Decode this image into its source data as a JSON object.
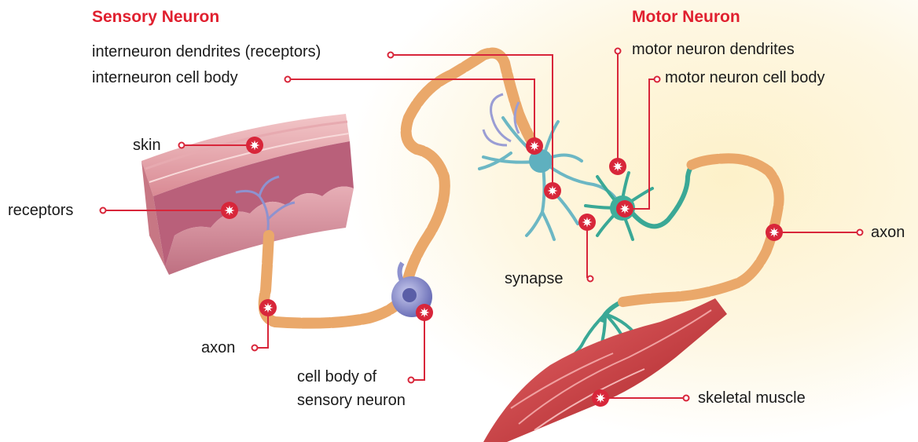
{
  "colors": {
    "heading": "#e0202f",
    "leader_line": "#d8263a",
    "marker_fill": "#d8263a",
    "background_glow": "#fdf1c9",
    "myelin": "#eaa86a",
    "sensory_neuron": "#8e92cf",
    "interneuron": "#6cb7c4",
    "motor_neuron": "#3aa896",
    "skin": "#c86a7a",
    "muscle": "#c8363a"
  },
  "headings": {
    "sensory": "Sensory Neuron",
    "motor": "Motor Neuron"
  },
  "labels": {
    "interneuron_dendrites": "interneuron dendrites (receptors)",
    "interneuron_cell_body": "interneuron cell body",
    "motor_neuron_dendrites": "motor neuron dendrites",
    "motor_neuron_cell_body": "motor neuron cell body",
    "skin": "skin",
    "receptors": "receptors",
    "axon_left": "axon",
    "cell_body_line1": "cell body of",
    "cell_body_line2": "sensory neuron",
    "synapse": "synapse",
    "axon_right": "axon",
    "skeletal_muscle": "skeletal muscle"
  },
  "icons": {
    "marker": "starburst-marker-icon",
    "leader_end": "circle-end-icon"
  }
}
